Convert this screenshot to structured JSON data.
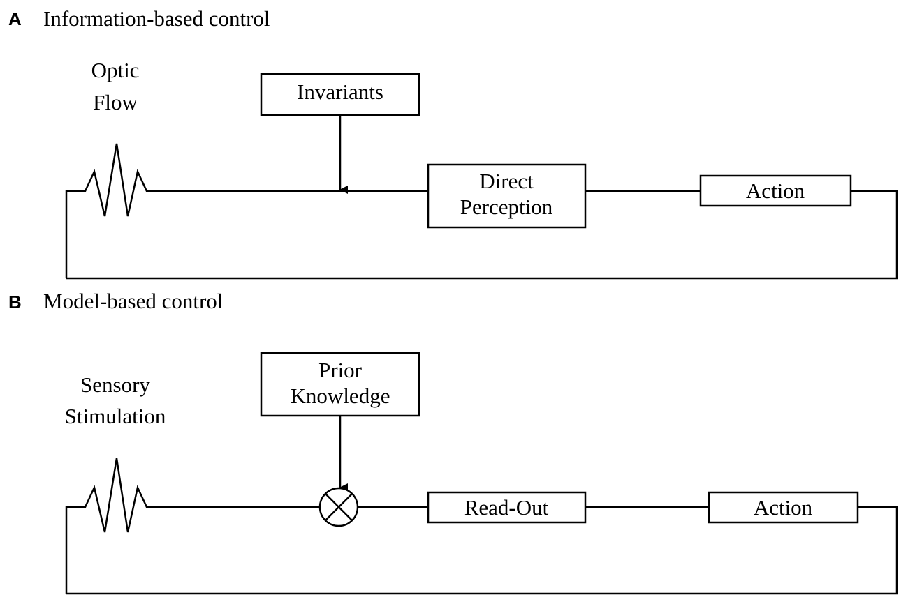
{
  "panel_a": {
    "letter": "A",
    "title": "Information-based control",
    "stimulus": {
      "line1": "Optic",
      "line2": "Flow"
    },
    "top_input": {
      "line1": "Invariants"
    },
    "processor": {
      "line1": "Direct",
      "line2": "Perception"
    },
    "output": {
      "line1": "Action"
    }
  },
  "panel_b": {
    "letter": "B",
    "title": "Model-based control",
    "stimulus": {
      "line1": "Sensory",
      "line2": "Stimulation"
    },
    "top_input": {
      "line1": "Prior",
      "line2": "Knowledge"
    },
    "processor": {
      "line1": "Read-Out"
    },
    "output": {
      "line1": "Action"
    }
  }
}
